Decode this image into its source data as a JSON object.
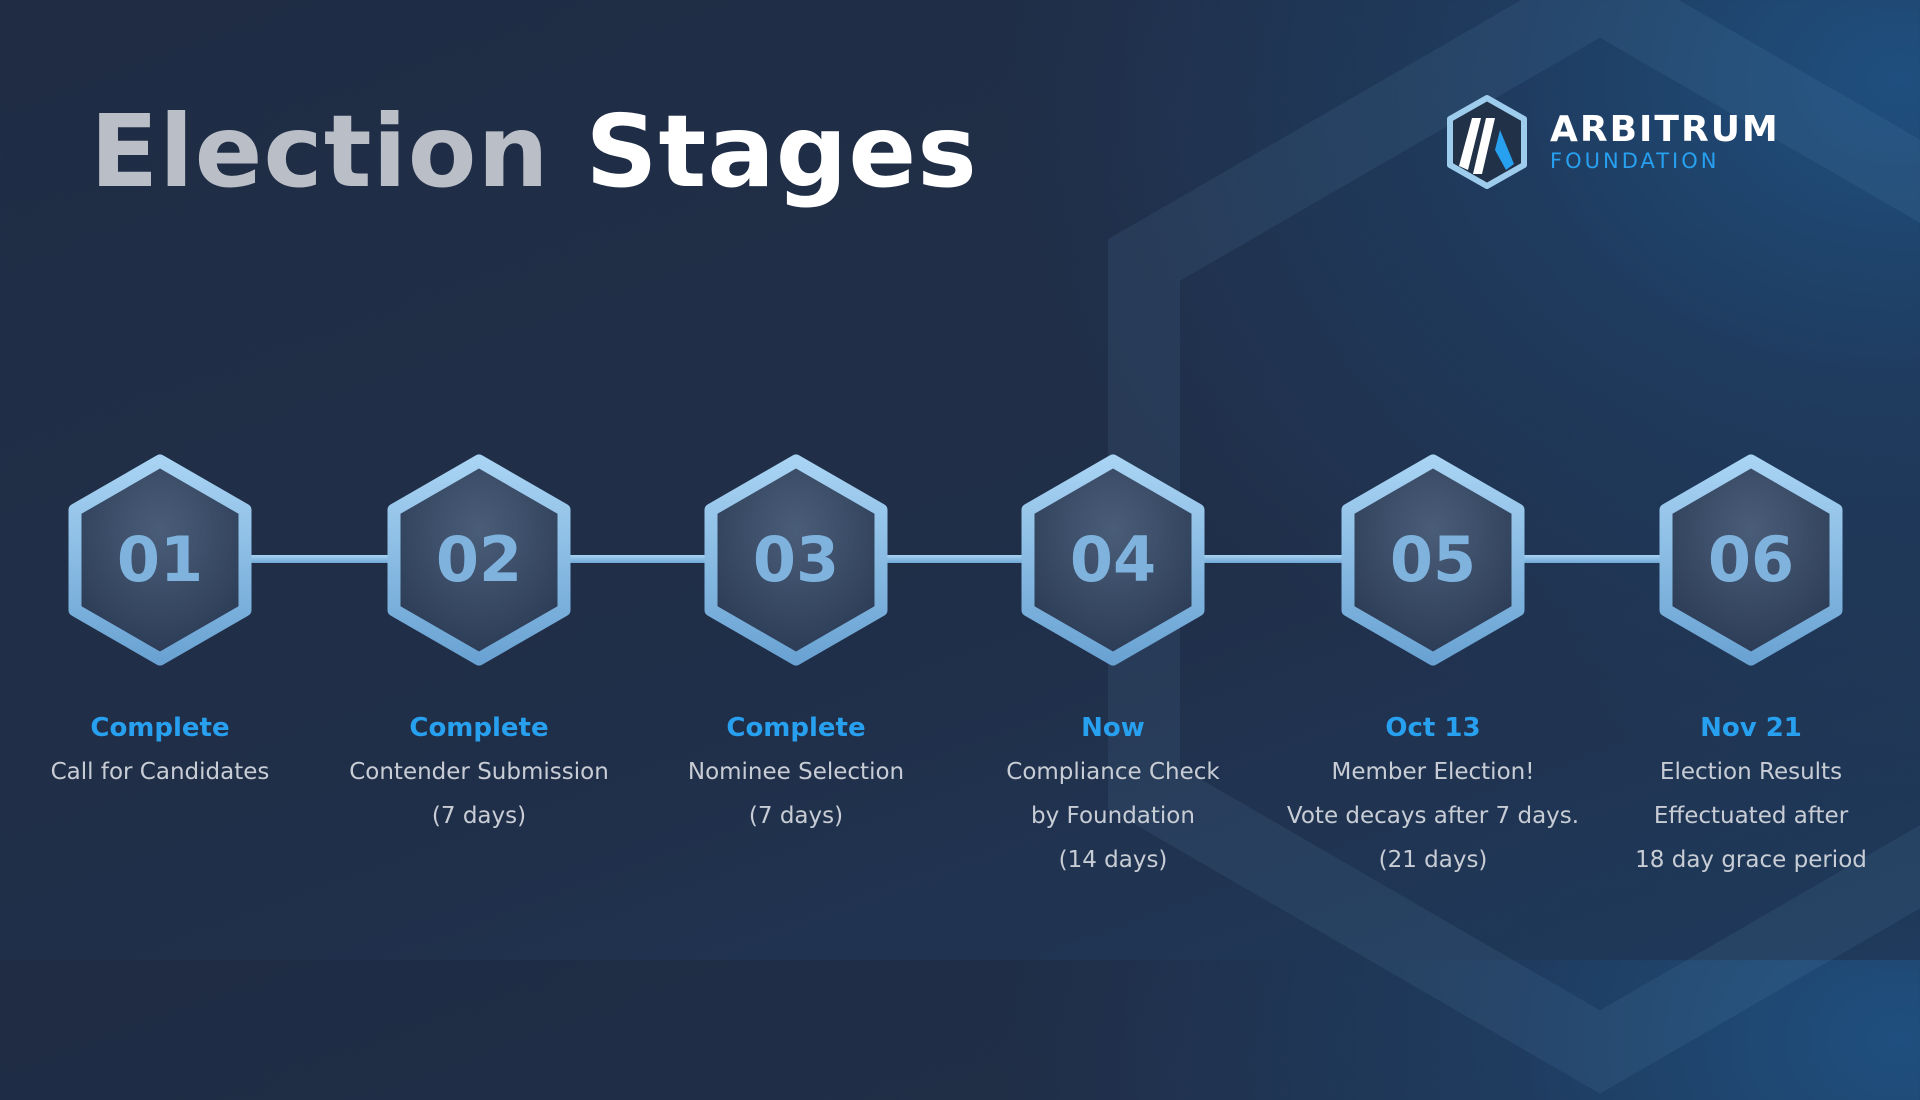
{
  "title": {
    "part1": "Election",
    "part2": "Stages"
  },
  "logo": {
    "line1": "ARBITRUM",
    "line2": "FOUNDATION"
  },
  "colors": {
    "accent": "#28a0f0",
    "hex_border": "#8cc2ea",
    "background": "#1f2d45"
  },
  "stages": [
    {
      "number": "01",
      "status": "Complete",
      "lines": [
        "Call for Candidates"
      ]
    },
    {
      "number": "02",
      "status": "Complete",
      "lines": [
        "Contender Submission",
        "(7 days)"
      ]
    },
    {
      "number": "03",
      "status": "Complete",
      "lines": [
        "Nominee Selection",
        "(7 days)"
      ]
    },
    {
      "number": "04",
      "status": "Now",
      "lines": [
        "Compliance Check",
        "by Foundation",
        "(14 days)"
      ]
    },
    {
      "number": "05",
      "status": "Oct 13",
      "lines": [
        "Member Election!",
        "Vote decays after 7 days.",
        "(21 days)"
      ]
    },
    {
      "number": "06",
      "status": "Nov 21",
      "lines": [
        "Election Results",
        "Effectuated after",
        "18 day grace period"
      ]
    }
  ]
}
